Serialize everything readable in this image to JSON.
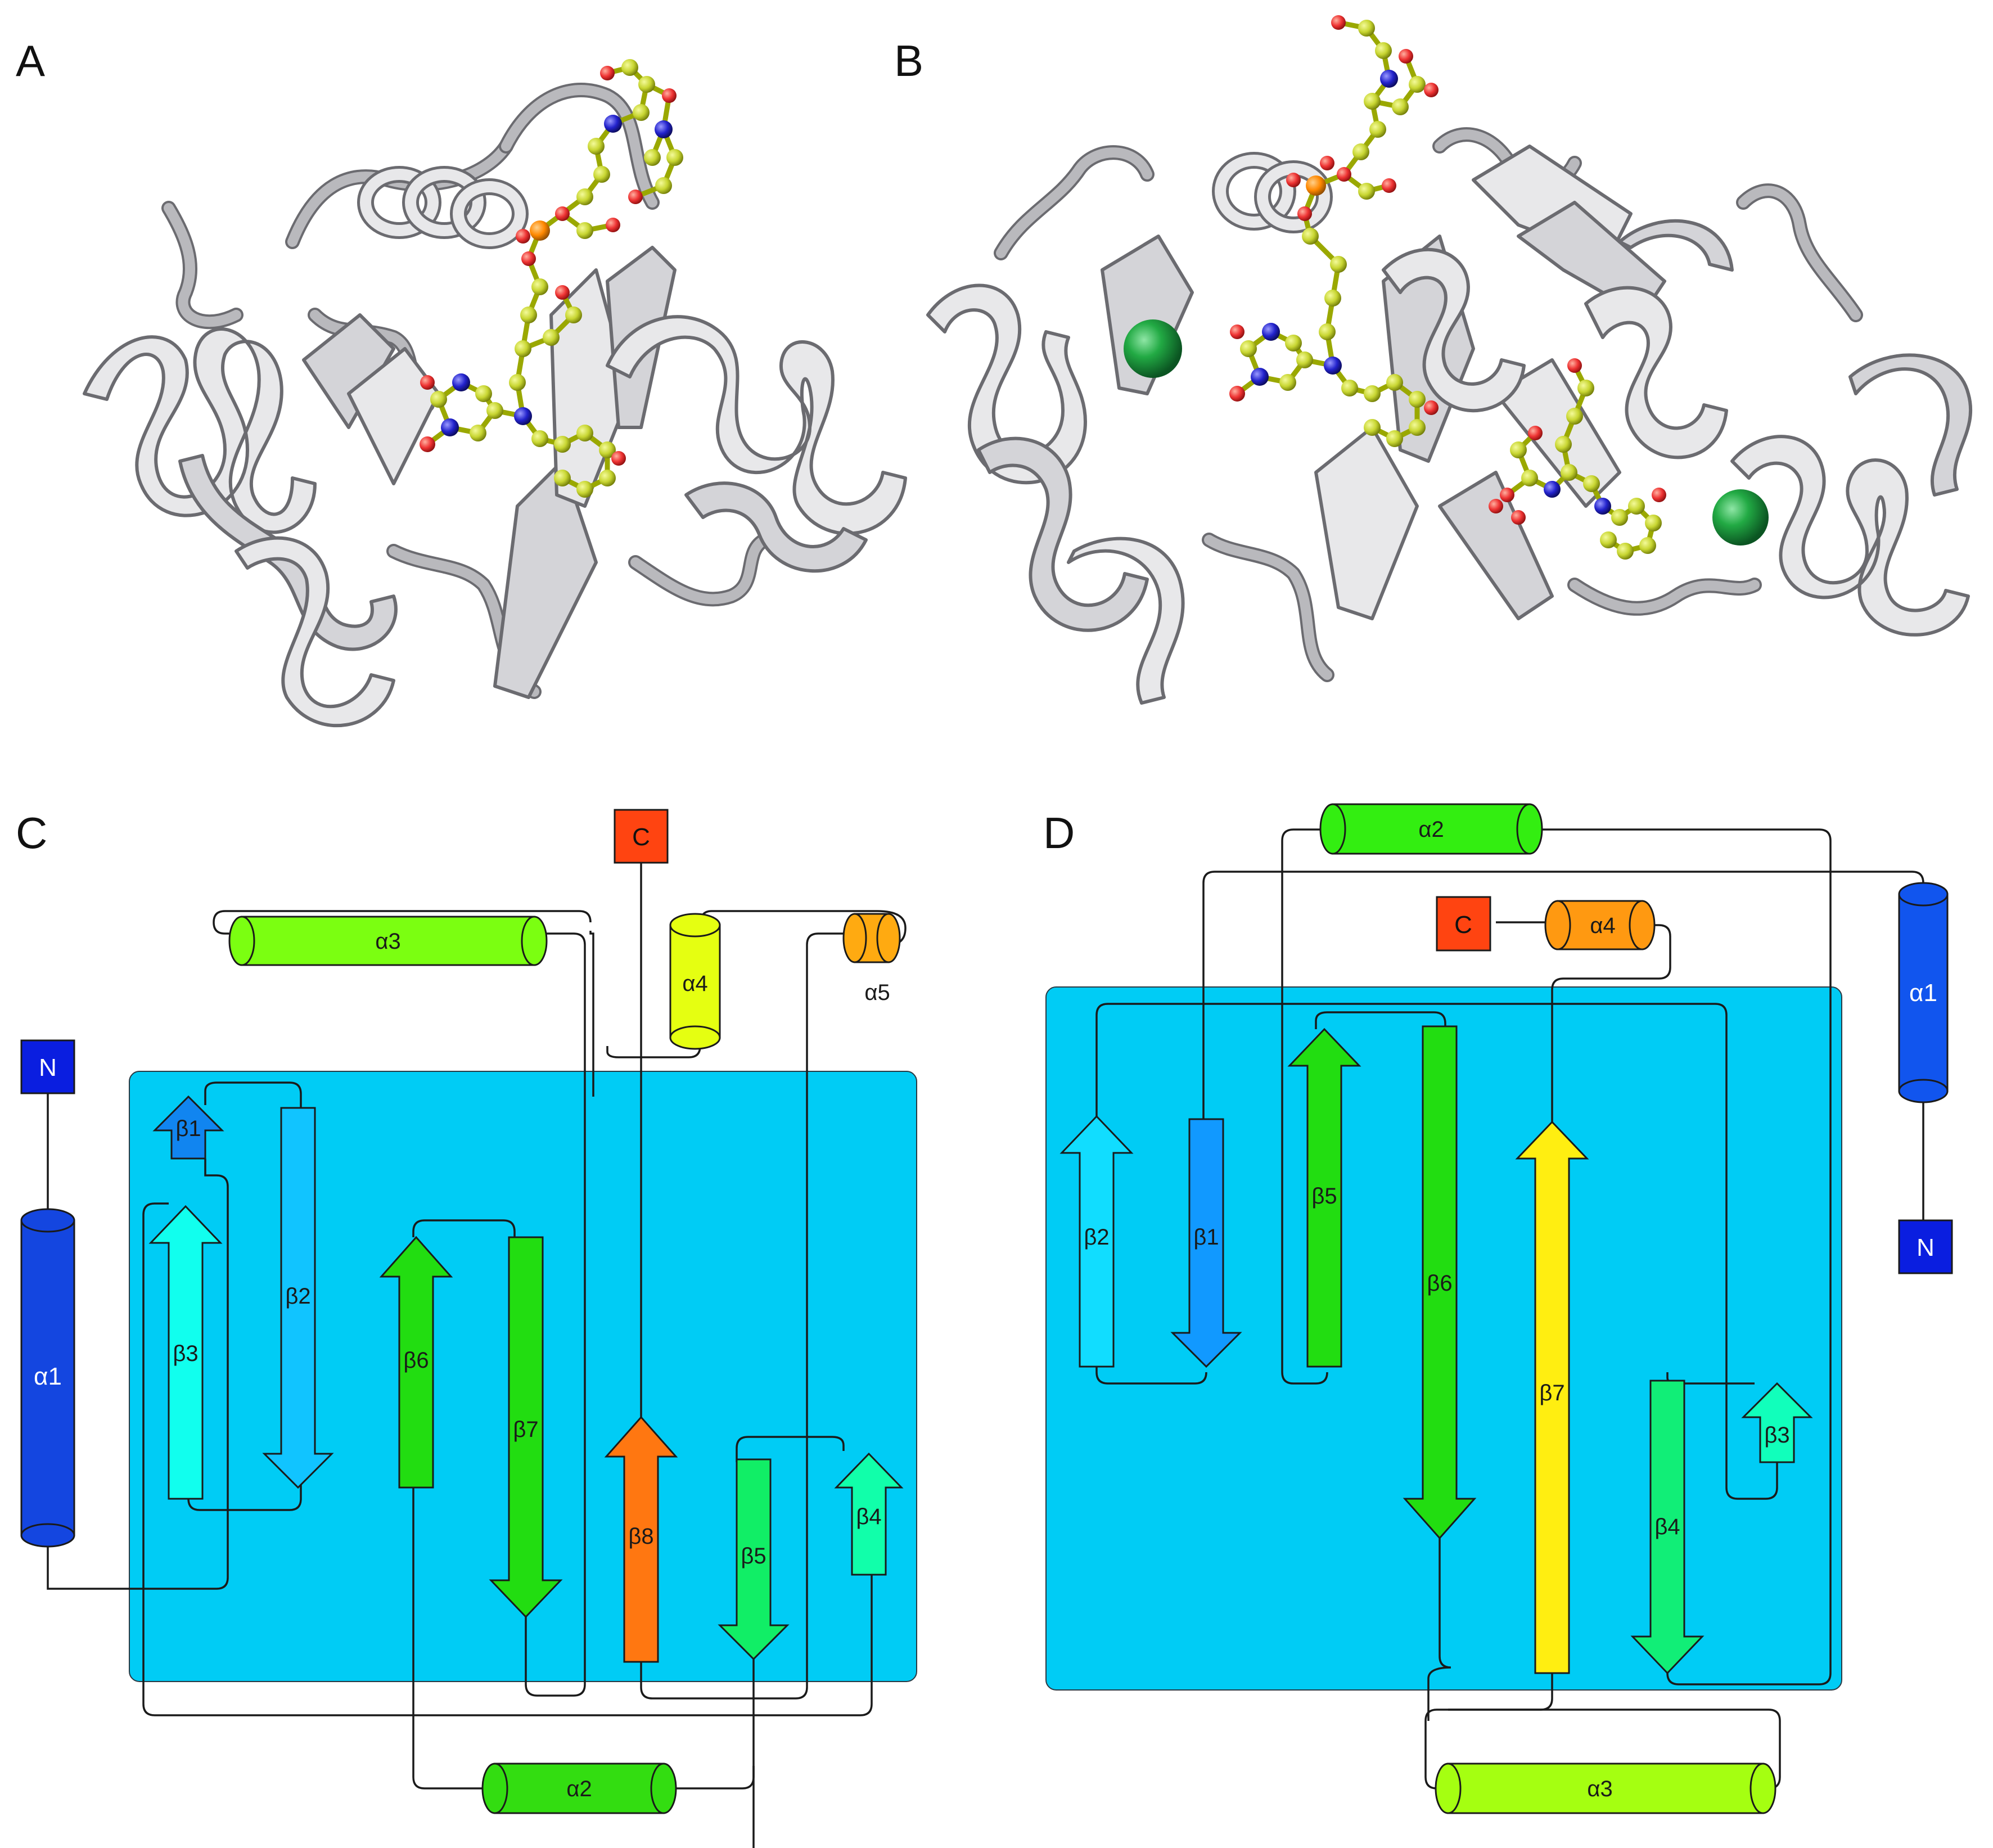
{
  "panels": {
    "A": {
      "label": "A"
    },
    "B": {
      "label": "B"
    },
    "C": {
      "label": "C",
      "termini": {
        "N": "N",
        "C": "C"
      },
      "helices": [
        {
          "label": "α1",
          "color": "#1446e0"
        },
        {
          "label": "α2",
          "color": "#33dd11"
        },
        {
          "label": "α3",
          "color": "#7bff11"
        },
        {
          "label": "α4",
          "color": "#e5ff11"
        },
        {
          "label": "α5",
          "color": "#ffaa11"
        }
      ],
      "strands": [
        {
          "label": "β1",
          "color": "#1185f0"
        },
        {
          "label": "β2",
          "color": "#11c4ff"
        },
        {
          "label": "β3",
          "color": "#11ffee"
        },
        {
          "label": "β4",
          "color": "#11ffaa"
        },
        {
          "label": "β5",
          "color": "#11ee66"
        },
        {
          "label": "β6",
          "color": "#22dd11"
        },
        {
          "label": "β7",
          "color": "#22dd11"
        },
        {
          "label": "β8",
          "color": "#ff7711"
        }
      ]
    },
    "D": {
      "label": "D",
      "termini": {
        "N": "N",
        "C": "C"
      },
      "helices": [
        {
          "label": "α1",
          "color": "#1155ee"
        },
        {
          "label": "α2",
          "color": "#33ee11"
        },
        {
          "label": "α3",
          "color": "#a5ff11"
        },
        {
          "label": "α4",
          "color": "#ff9911"
        }
      ],
      "strands": [
        {
          "label": "β1",
          "color": "#1199ff"
        },
        {
          "label": "β2",
          "color": "#11ddff"
        },
        {
          "label": "β3",
          "color": "#11ffbb"
        },
        {
          "label": "β4",
          "color": "#11ee77"
        },
        {
          "label": "β5",
          "color": "#22dd11"
        },
        {
          "label": "β6",
          "color": "#22dd11"
        },
        {
          "label": "β7",
          "color": "#ffee11"
        }
      ]
    }
  },
  "colors": {
    "sheet_background": "#00ccf5",
    "terminus_N": "#0a1ee0",
    "terminus_C": "#ff4411",
    "ligand_carbon": "#c8d632",
    "oxygen": "#ee3333",
    "nitrogen": "#2222cc",
    "phosphorus": "#ff8800",
    "metal_ion": "#22aa44",
    "protein_ribbon": "#e8e8ea"
  }
}
